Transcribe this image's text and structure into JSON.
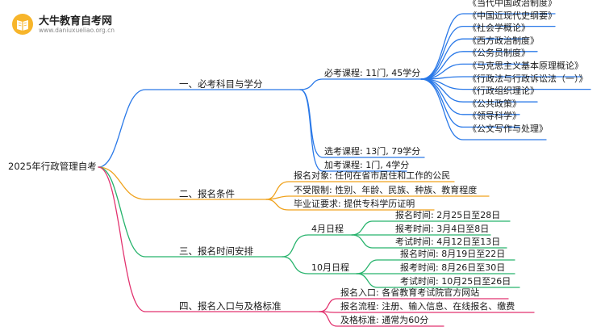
{
  "logo": {
    "title": "大牛教育自考网",
    "url": "www.daniuxueli​ao.org.cn"
  },
  "root": "2025年行政管理自考",
  "branches": {
    "b1": {
      "label": "一、必考科目与学分",
      "required": {
        "label": "必考课程: 11门, 45学分",
        "courses": [
          "《当代中国政治制度》",
          "《中国近现代史纲要》",
          "《社会学概论》",
          "《西方政治制度》",
          "《公务员制度》",
          "《马克思主义基本原理概论》",
          "《行政法与行政诉讼法（一）》",
          "《行政组织理论》",
          "《公共政策》",
          "《领导科学》",
          "《公文写作与处理》"
        ]
      },
      "elective": "选考课程: 13门, 79学分",
      "extra": "加考课程: 1门, 4学分"
    },
    "b2": {
      "label": "二、报名条件",
      "items": [
        "报名对象: 任何在省市居住和工作的公民",
        "不受限制: 性别、年龄、民族、种族、教育程度",
        "毕业证要求: 提供专科学历证明"
      ]
    },
    "b3": {
      "label": "三、报名时间安排",
      "april": {
        "label": "4月日程",
        "items": [
          "报名时间: 2月25日至28日",
          "报考时间: 3月4日至8日",
          "考试时间: 4月12日至13日"
        ]
      },
      "october": {
        "label": "10月日程",
        "items": [
          "报名时间: 8月19日至22日",
          "报考时间: 8月26日至30日",
          "考试时间: 10月25日至26日"
        ]
      }
    },
    "b4": {
      "label": "四、报名入口与及格标准",
      "items": [
        "报名入口: 各省教育考试院官方网站",
        "报名流程: 注册、输入信息、在线报名、缴费",
        "及格标准: 通常为60分"
      ]
    }
  },
  "colors": {
    "blue": "#2a79e8",
    "orange": "#f0a21c",
    "green": "#27b36c",
    "pink": "#e2336f"
  }
}
